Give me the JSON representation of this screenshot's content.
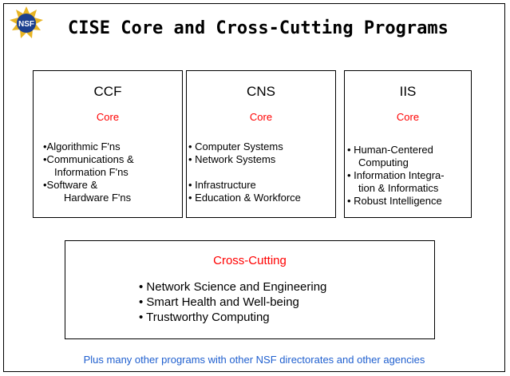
{
  "slide": {
    "logo_text": "NSF",
    "title": "CISE Core and Cross-Cutting Programs"
  },
  "colors": {
    "core_label": "#ff0000",
    "footer_text": "#1f5fcf"
  },
  "ccf": {
    "heading": "CCF",
    "core_label": "Core",
    "items": [
      "•Algorithmic F'ns",
      "•Communications &",
      "Information F'ns",
      "•Software &",
      "Hardware F'ns"
    ]
  },
  "cns": {
    "heading": "CNS",
    "core_label": "Core",
    "items": [
      "• Computer Systems",
      "• Network Systems",
      "• Infrastructure",
      "• Education & Workforce"
    ]
  },
  "iis": {
    "heading": "IIS",
    "core_label": "Core",
    "items": [
      "• Human-Centered",
      "Computing",
      "• Information Integra-",
      "tion & Informatics",
      "• Robust Intelligence"
    ]
  },
  "cross_cutting": {
    "heading": "Cross-Cutting",
    "items": [
      "• Network Science and Engineering",
      "• Smart Health and Well-being",
      "• Trustworthy Computing"
    ]
  },
  "footer": {
    "text": "Plus many other programs with other NSF directorates and other agencies"
  }
}
